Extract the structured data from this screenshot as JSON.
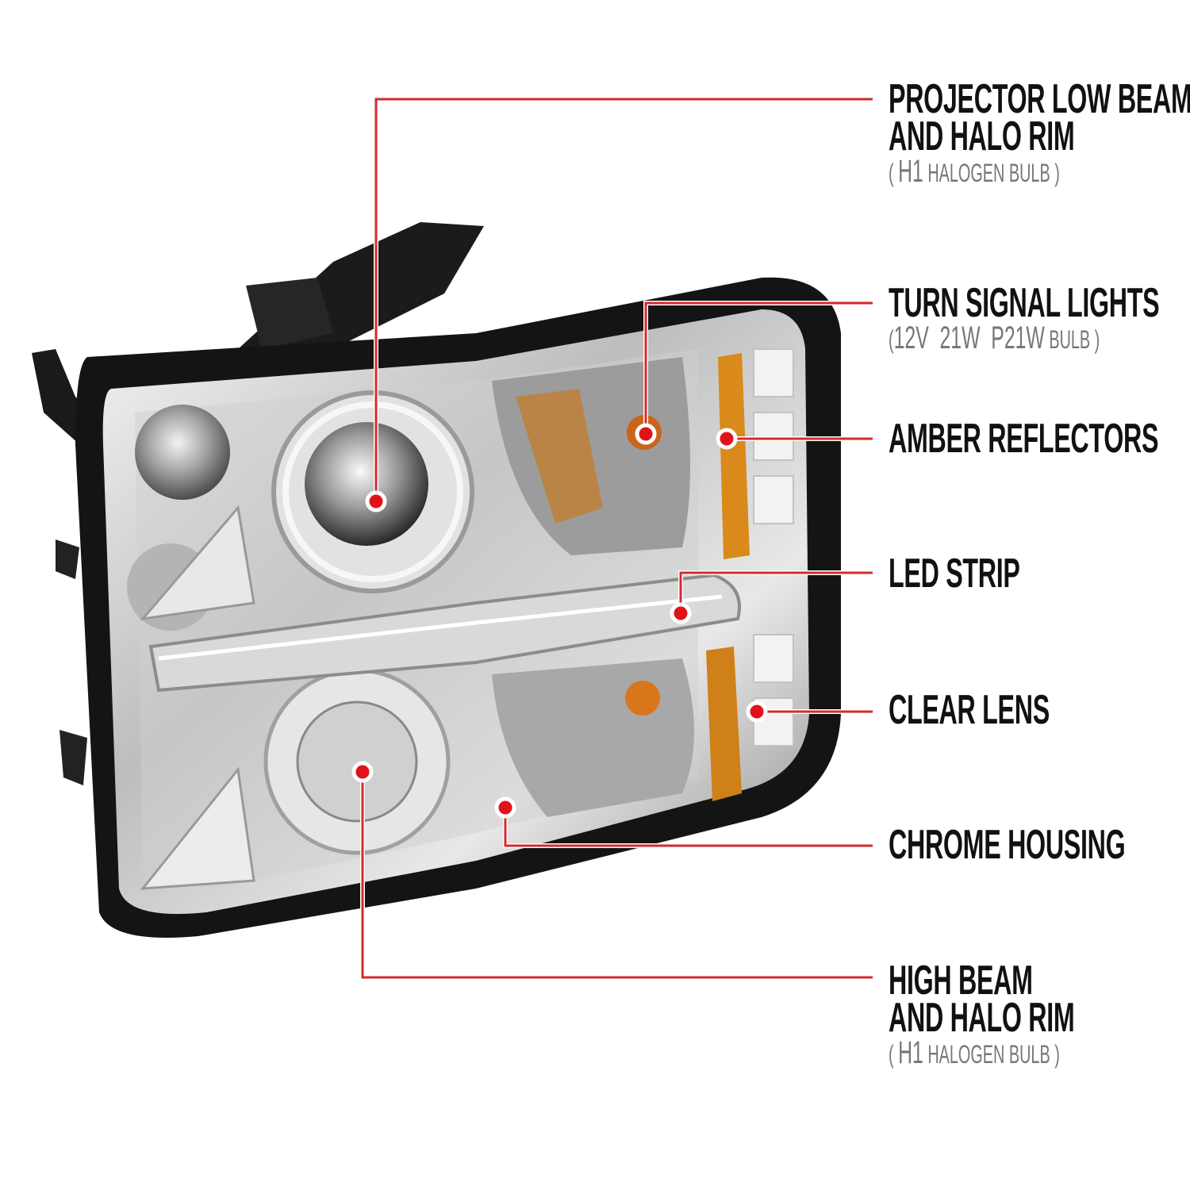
{
  "colors": {
    "callout_line": "#d42a2f",
    "callout_dot": "#e0131a",
    "title_text": "#111111",
    "sub_text": "#777777",
    "amber": "#d98a1a"
  },
  "callouts": [
    {
      "title": [
        "PROJECTOR LOW BEAM",
        "AND HALO RIM"
      ],
      "sub_strong": "H1",
      "sub_text": "HALOGEN BULB"
    },
    {
      "title": [
        "TURN SIGNAL LIGHTS"
      ],
      "sub_strong": "12V  21W  P21W",
      "sub_text": "BULB"
    },
    {
      "title": [
        "AMBER REFLECTORS"
      ]
    },
    {
      "title": [
        "LED STRIP"
      ]
    },
    {
      "title": [
        "CLEAR LENS"
      ]
    },
    {
      "title": [
        "CHROME HOUSING"
      ]
    },
    {
      "title": [
        "HIGH BEAM",
        "AND HALO RIM"
      ],
      "sub_strong": "H1",
      "sub_text": "HALOGEN BULB"
    }
  ]
}
